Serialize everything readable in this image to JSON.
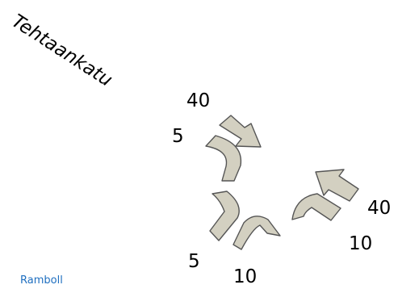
{
  "street_name": "Tehtaankatu",
  "arrow_fill": "#d3d0c1",
  "arrow_stroke": "#555555",
  "brand": {
    "text": "Ramboll",
    "color": "#1f6fc0"
  },
  "movements": [
    {
      "id": "top-straight",
      "count": "40"
    },
    {
      "id": "top-uturn",
      "count": "5"
    },
    {
      "id": "bottom-uturn",
      "count": "5"
    },
    {
      "id": "bottom-left-turn",
      "count": "10"
    },
    {
      "id": "right-straight",
      "count": "40"
    },
    {
      "id": "right-left-turn",
      "count": "10"
    }
  ]
}
